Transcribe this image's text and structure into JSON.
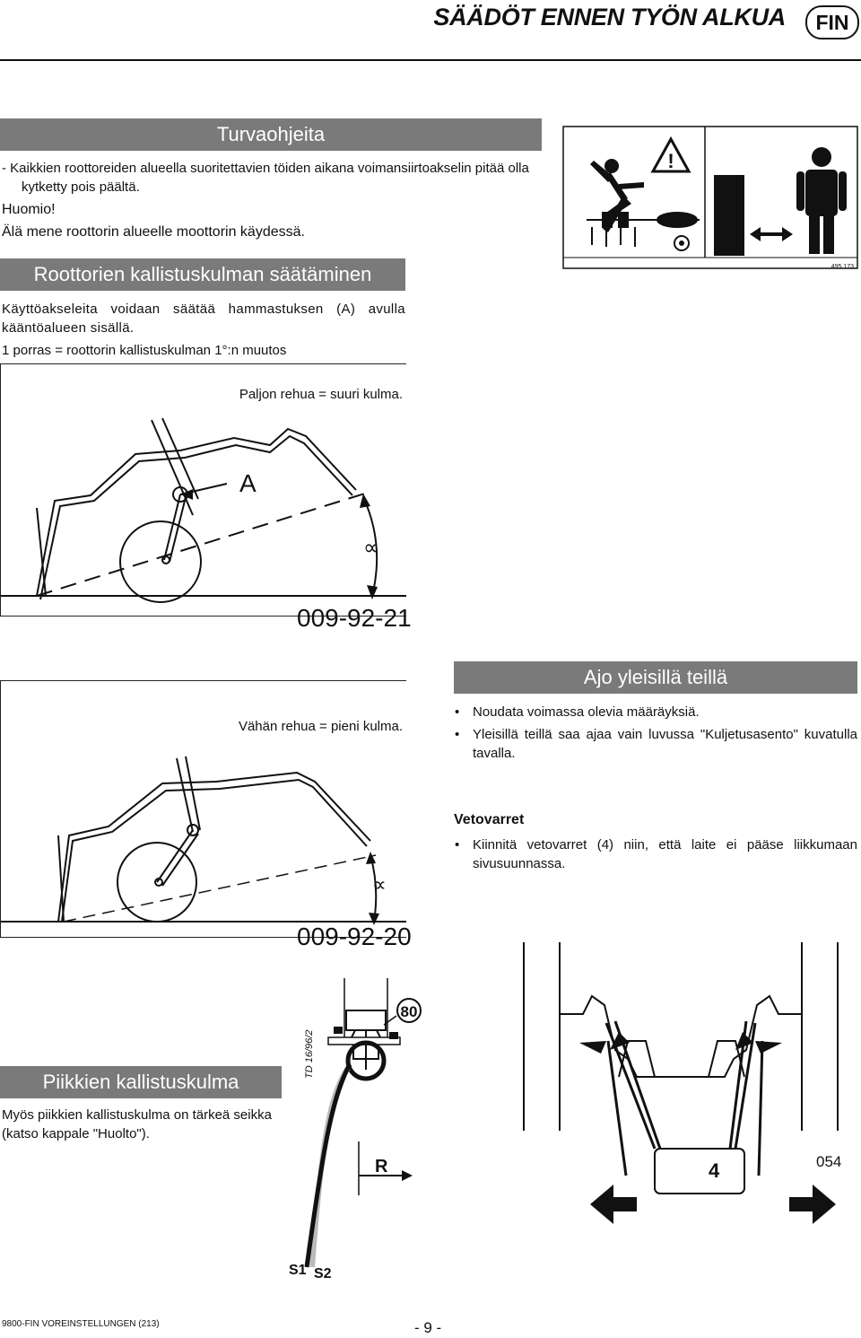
{
  "header": {
    "title": "SÄÄDÖT ENNEN TYÖN ALKUA",
    "lang_badge": "FIN"
  },
  "safety": {
    "heading": "Turvaohjeita",
    "item1": "-  Kaikkien roottoreiden alueella suoritettavien töiden aikana voimansiirtoakselin pitää olla kytketty pois päältä.",
    "note_label": "Huomio!",
    "note_text": "Älä mene roottorin alueelle moottorin käydessä."
  },
  "warning_sign": {
    "code": "495.173",
    "symbol": "!"
  },
  "rotor_tilt": {
    "heading": "Roottorien kallistuskulman säätäminen",
    "paragraph": "Käyttöakseleita voidaan säätää hammastuksen (A) avulla kääntöalueen sisällä.",
    "step_note": "1 porras = roottorin kallistuskulman 1°:n muutos"
  },
  "figure1": {
    "caption": "Paljon rehua = suuri kulma.",
    "label_a": "A",
    "angle_symbol": "∝",
    "ref": "009-92-21"
  },
  "figure2": {
    "caption": "Vähän rehua = pieni kulma.",
    "angle_symbol": "∝",
    "ref": "009-92-20"
  },
  "road": {
    "heading": "Ajo yleisillä teillä",
    "bullet1": "Noudata voimassa olevia määräyksiä.",
    "bullet2": "Yleisillä teillä saa ajaa vain luvussa \"Kuljetusasento\" kuvatulla tavalla."
  },
  "drawbars": {
    "heading": "Vetovarret",
    "bullet1": "Kiinnitä vetovarret (4) niin, että laite ei pääse liikkumaan sivusuunnassa."
  },
  "tine": {
    "heading": "Piikkien kallistuskulma",
    "paragraph": "Myös piikkien kallistuskulma on tärkeä seikka (katso kappale \"Huolto\")."
  },
  "tine_figure": {
    "ref": "TD 16/96/2",
    "label_80": "80",
    "label_r": "R",
    "label_s1": "S1",
    "label_s2": "S2"
  },
  "drawbar_figure": {
    "label_4": "4",
    "ref": "054"
  },
  "footer": {
    "doc_code": "9800-FIN VOREINSTELLUNGEN (213)",
    "page": "- 9 -"
  }
}
